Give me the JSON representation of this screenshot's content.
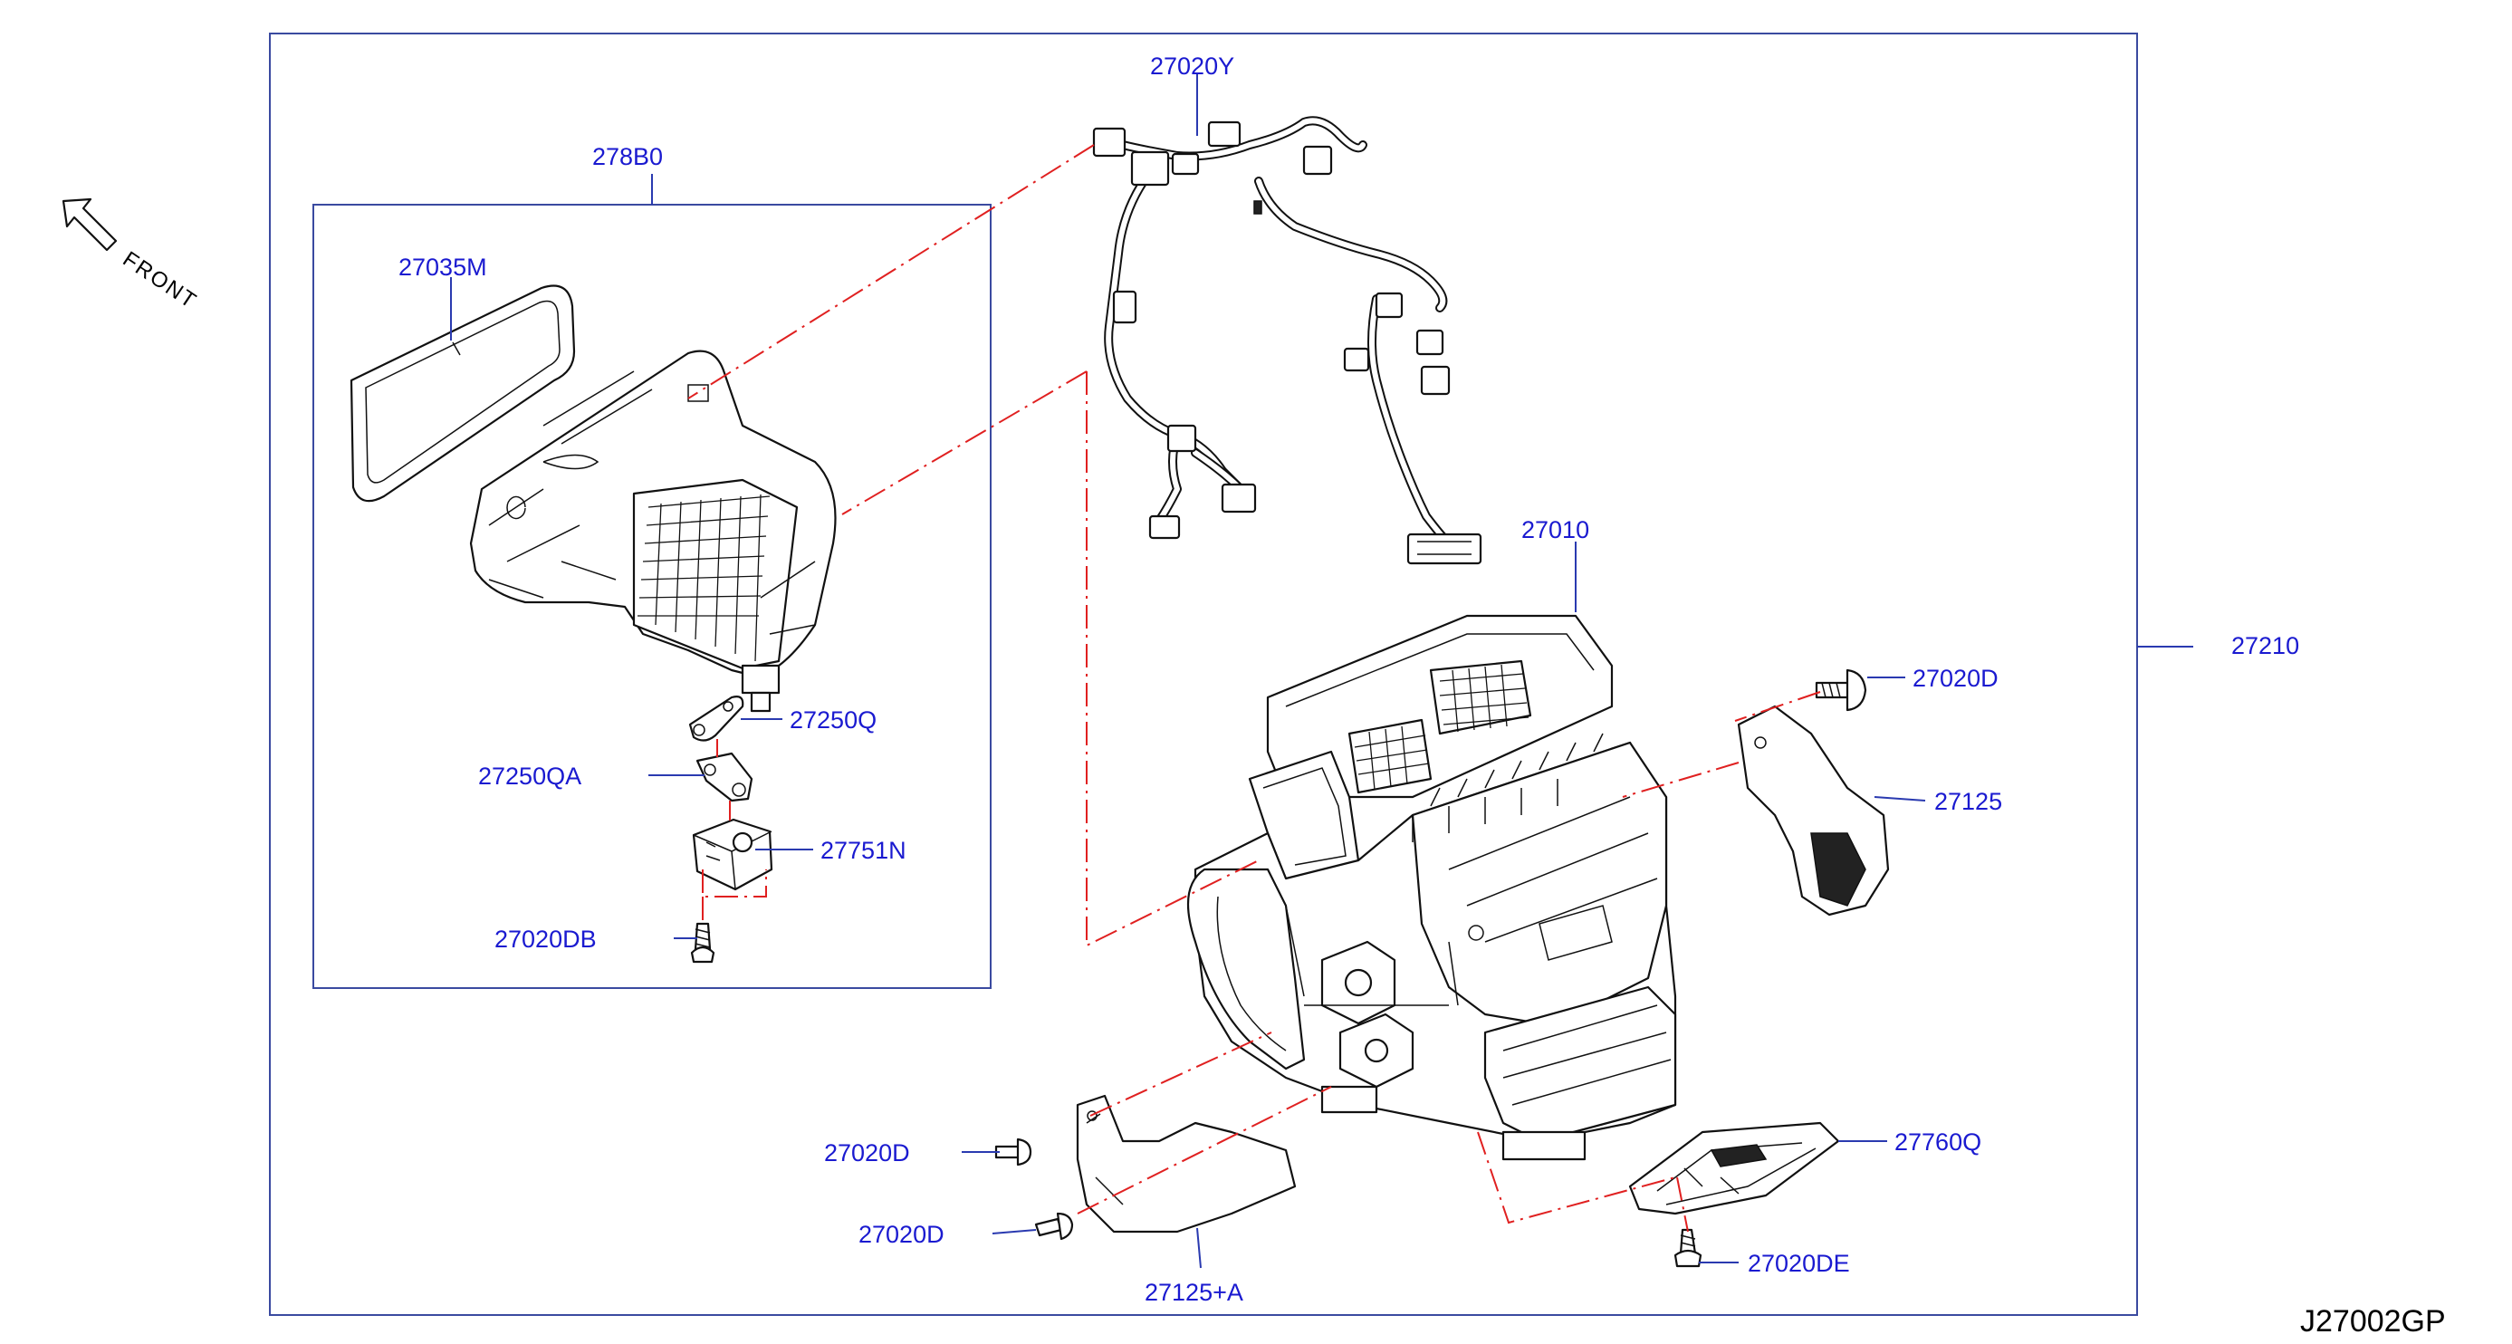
{
  "diagram": {
    "code": "J27002GP",
    "front_label": "FRONT",
    "parts": {
      "p27020Y": "27020Y",
      "p278B0": "278B0",
      "p27035M": "27035M",
      "p27010": "27010",
      "p27210": "27210",
      "p27020D_top": "27020D",
      "p27125": "27125",
      "p27250Q": "27250Q",
      "p27250QA": "27250QA",
      "p27751N": "27751N",
      "p27020DB": "27020DB",
      "p27020D_left1": "27020D",
      "p27020D_left2": "27020D",
      "p27125A": "27125+A",
      "p27760Q": "27760Q",
      "p27020DE": "27020DE"
    }
  }
}
